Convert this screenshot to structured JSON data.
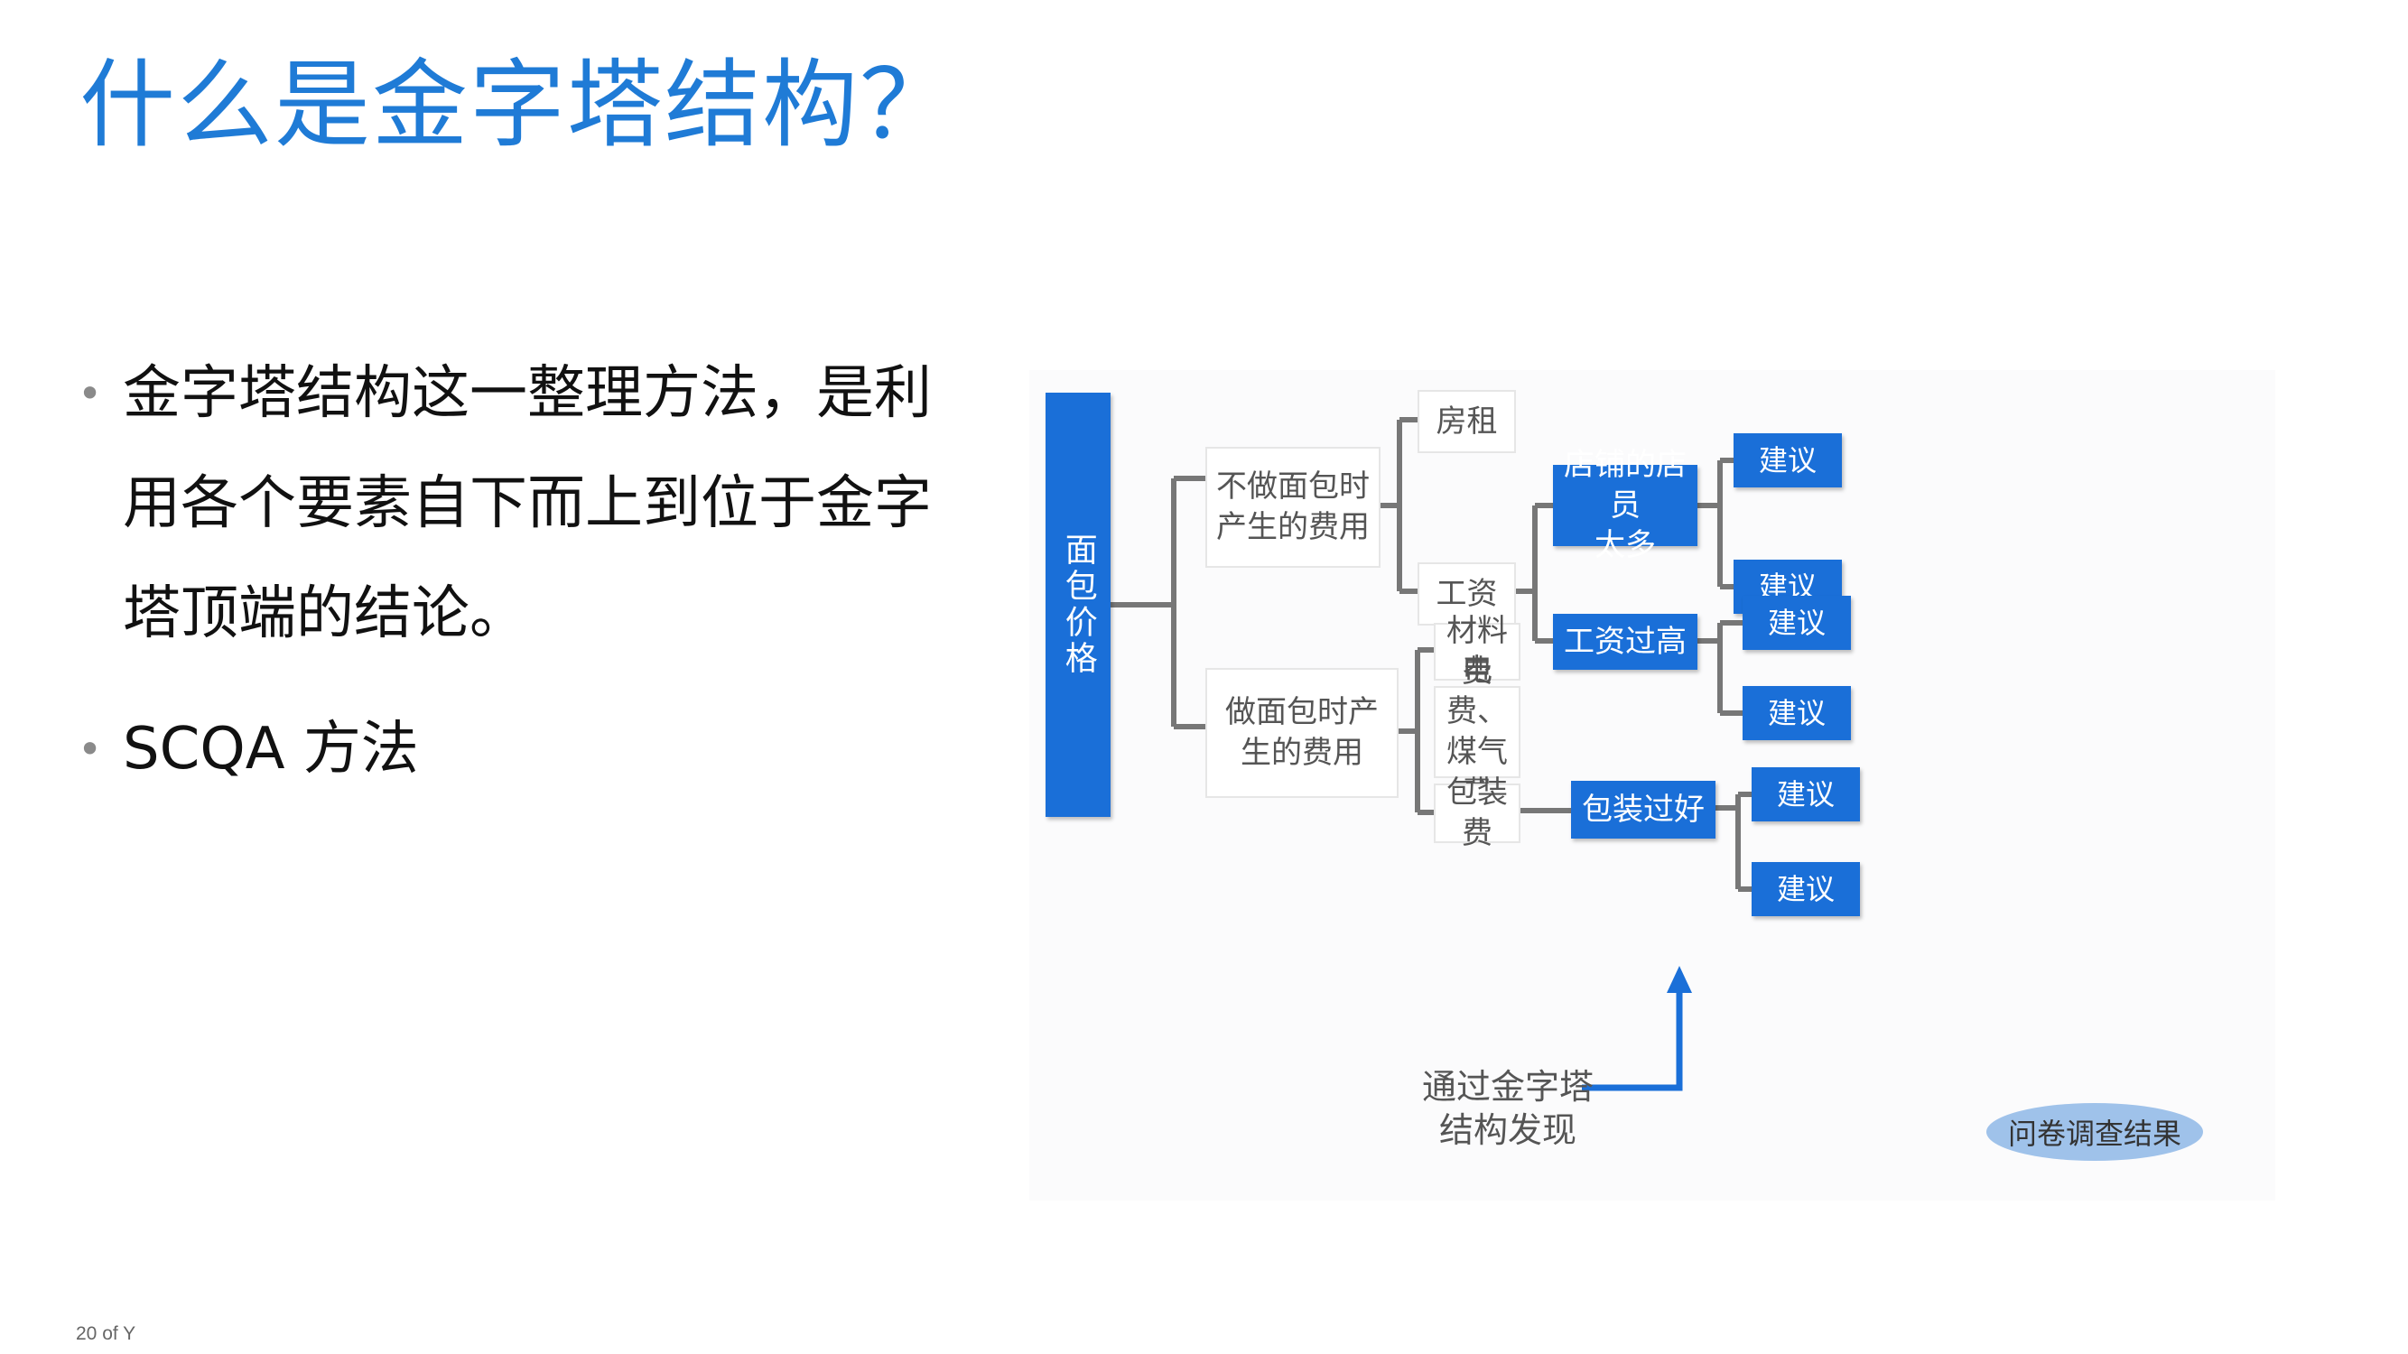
{
  "slide": {
    "title": "什么是金字塔结构？",
    "bullets": [
      "金字塔结构这一整理方法，是利用各个要素自下而上到位于金字塔顶端的结论。",
      "SCQA 方法"
    ],
    "bullet_symbol": "•",
    "footer": "20 of Y"
  },
  "diagram": {
    "root": "面包价格",
    "level1": [
      "不做面包时\n产生的费用",
      "做面包时产\n生的费用"
    ],
    "level2": [
      "房租",
      "工资",
      "材料费",
      "电费、\n煤气费",
      "包装费"
    ],
    "level3": [
      "店铺的店员\n太多",
      "工资过高",
      "包装过好"
    ],
    "recommendations": [
      "建议",
      "建议",
      "建议",
      "建议",
      "建议",
      "建议"
    ],
    "caption": "通过金字塔\n结构发现",
    "survey_label": "问卷调查结果",
    "colors": {
      "blue_box": "#1a6fd8",
      "connector": "#777777",
      "title": "#1f7bd6"
    }
  }
}
